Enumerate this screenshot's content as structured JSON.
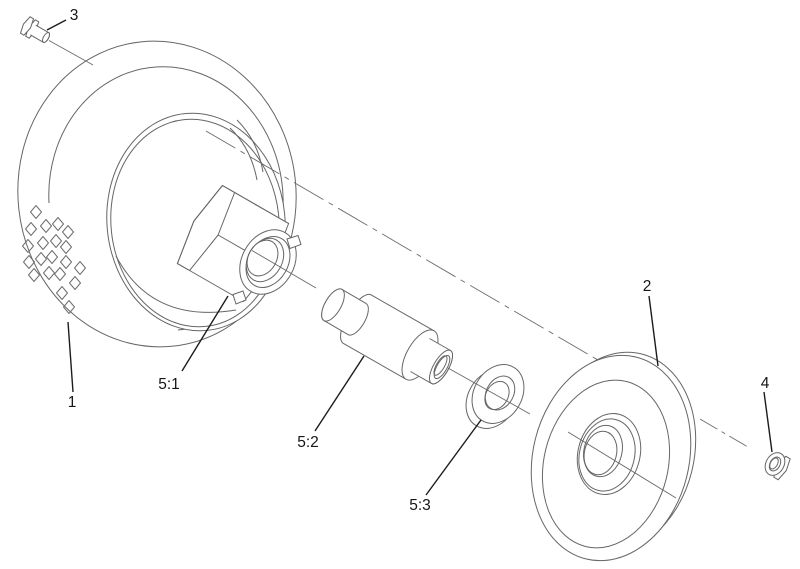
{
  "diagram": {
    "description_visible_text_only": true,
    "background_color": "#ffffff",
    "line_color": "#666666",
    "centerline_color": "#6b6b6b",
    "callout_line_color": "#1c1c1c",
    "label_color": "#161616",
    "callouts": [
      {
        "label": "3"
      },
      {
        "label": "1"
      },
      {
        "label": "5:1"
      },
      {
        "label": "5:2"
      },
      {
        "label": "5:3"
      },
      {
        "label": "2"
      },
      {
        "label": "4"
      }
    ]
  }
}
